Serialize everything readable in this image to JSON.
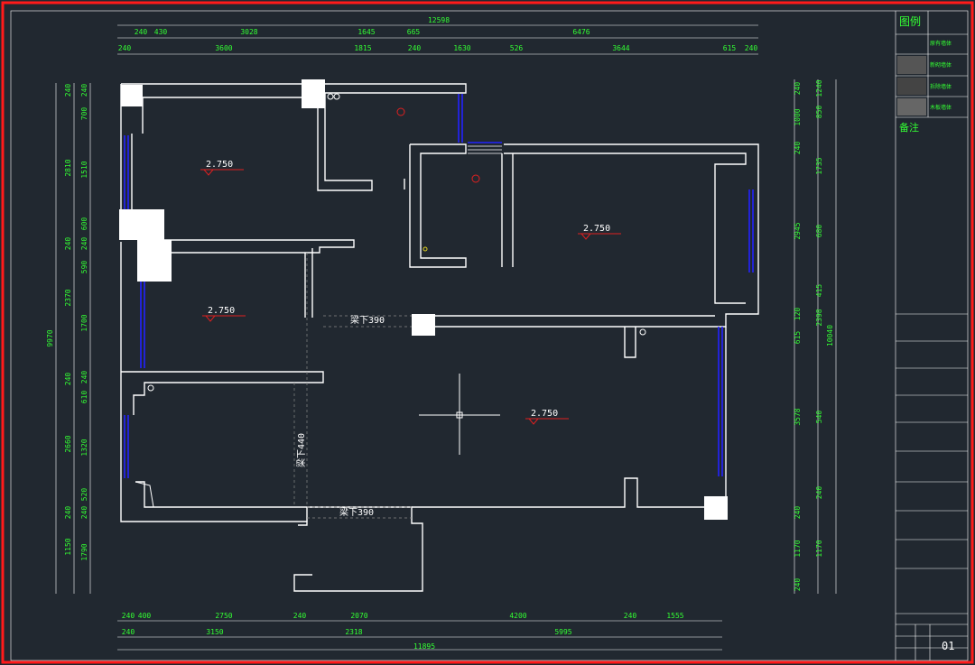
{
  "drawing": {
    "colors": {
      "background": "#212830",
      "border": "#ff1a1a",
      "wall": "#ffffff",
      "window": "#2222ff",
      "dim": "#33ff33",
      "level": "#e02020"
    },
    "levels": [
      "2.750",
      "2.750",
      "2.750",
      "2.750"
    ],
    "beams": [
      "梁下390",
      "梁下390",
      "梁下440"
    ],
    "dims_top_total": "12598",
    "dims_top_row1": [
      "240",
      "430",
      "3028",
      "1645",
      "665",
      "6476"
    ],
    "dims_top_row2": [
      "240",
      "3600",
      "1815",
      "240",
      "1630",
      "526",
      "3644",
      "615",
      "240"
    ],
    "dims_bottom_row1": [
      "240",
      "400",
      "2750",
      "240",
      "2070",
      "4200",
      "240",
      "1555"
    ],
    "dims_bottom_row2": [
      "240",
      "3150",
      "2318",
      "5995"
    ],
    "dims_bottom_total": "11895",
    "dims_left_total": "9970",
    "dims_left_outer": [
      "240",
      "2810",
      "240",
      "2370",
      "240",
      "2660",
      "240",
      "1150"
    ],
    "dims_left_inner": [
      "240",
      "700",
      "1510",
      "600",
      "240",
      "590",
      "1700",
      "240",
      "610",
      "1320",
      "520",
      "240",
      "1790"
    ],
    "dims_right_total": "10040",
    "dims_right_outer": [
      "240",
      "1000",
      "240",
      "2945",
      "120",
      "615",
      "3578",
      "240",
      "1170",
      "240"
    ],
    "dims_right_inner": [
      "1240",
      "850",
      "1735",
      "680",
      "415",
      "2398",
      "540",
      "240",
      "1170"
    ],
    "title_block": {
      "legend_title": "图例",
      "legend_items": [
        "原有墙体",
        "新砌墙体",
        "拆除墙体",
        "木板墙体"
      ],
      "notes_title": "备注",
      "sheet_no": "01"
    }
  }
}
